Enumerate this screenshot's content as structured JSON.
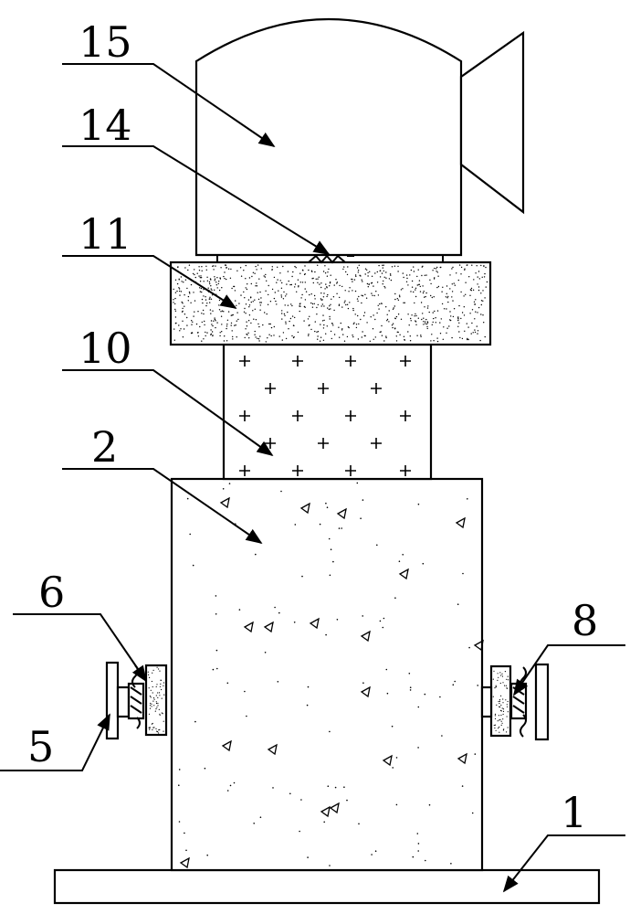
{
  "labels": {
    "l15": "15",
    "l14": "14",
    "l11": "11",
    "l10": "10",
    "l2": "2",
    "l6": "6",
    "l8": "8",
    "l5": "5",
    "l1": "1"
  },
  "colors": {
    "ink": "#000000",
    "paper": "#ffffff"
  }
}
